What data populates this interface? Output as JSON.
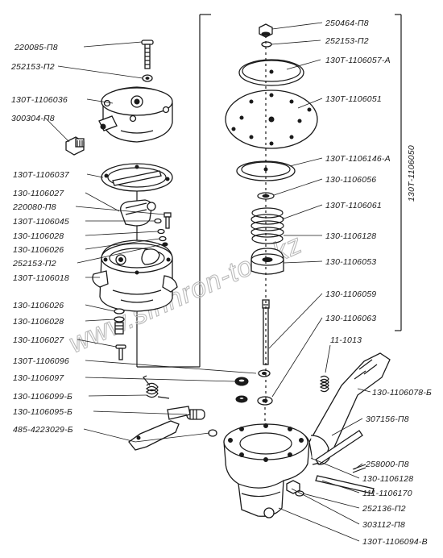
{
  "labels": {
    "l01": "220085-П8",
    "l02": "252153-П2",
    "l03": "130Т-1106036",
    "l04": "300304-П8",
    "l05": "130Т-1106037",
    "l06": "130-1106027",
    "l07": "220080-П8",
    "l08": "130Т-1106045",
    "l09": "130-1106028",
    "l10": "130-1106026",
    "l11": "252153-П2",
    "l12": "130Т-1106018",
    "l13": "130-1106026",
    "l14": "130-1106028",
    "l15": "130-1106027",
    "l16": "130Т-1106096",
    "l17": "130-1106097",
    "l18": "130-1106099-Б",
    "l19": "130-1106095-Б",
    "l20": "485-4223029-Б",
    "r01": "250464-П8",
    "r02": "252153-П2",
    "r03": "130Т-1106057-А",
    "r04": "130Т-1106051",
    "r05": "130Т-1106146-А",
    "r06": "130-1106056",
    "r07": "130Т-1106061",
    "r08": "130-1106128",
    "r09": "130-1106053",
    "r10": "130-1106059",
    "r11": "130-1106063",
    "r12": "11-1013",
    "r13": "130-1106078-Б",
    "r14": "307156-П8",
    "r15": "258000-П8",
    "r16": "130-1106128",
    "r17": "111-1106170",
    "r18": "252136-П2",
    "r19": "303112-П8",
    "r20": "130Т-1106094-В",
    "assembly": "130Т-1106050"
  },
  "watermark": "www.sinhron-too.kz",
  "colors": {
    "ink": "#1a1a1a",
    "paper": "#ffffff",
    "watermark": "#b9b9b9"
  }
}
